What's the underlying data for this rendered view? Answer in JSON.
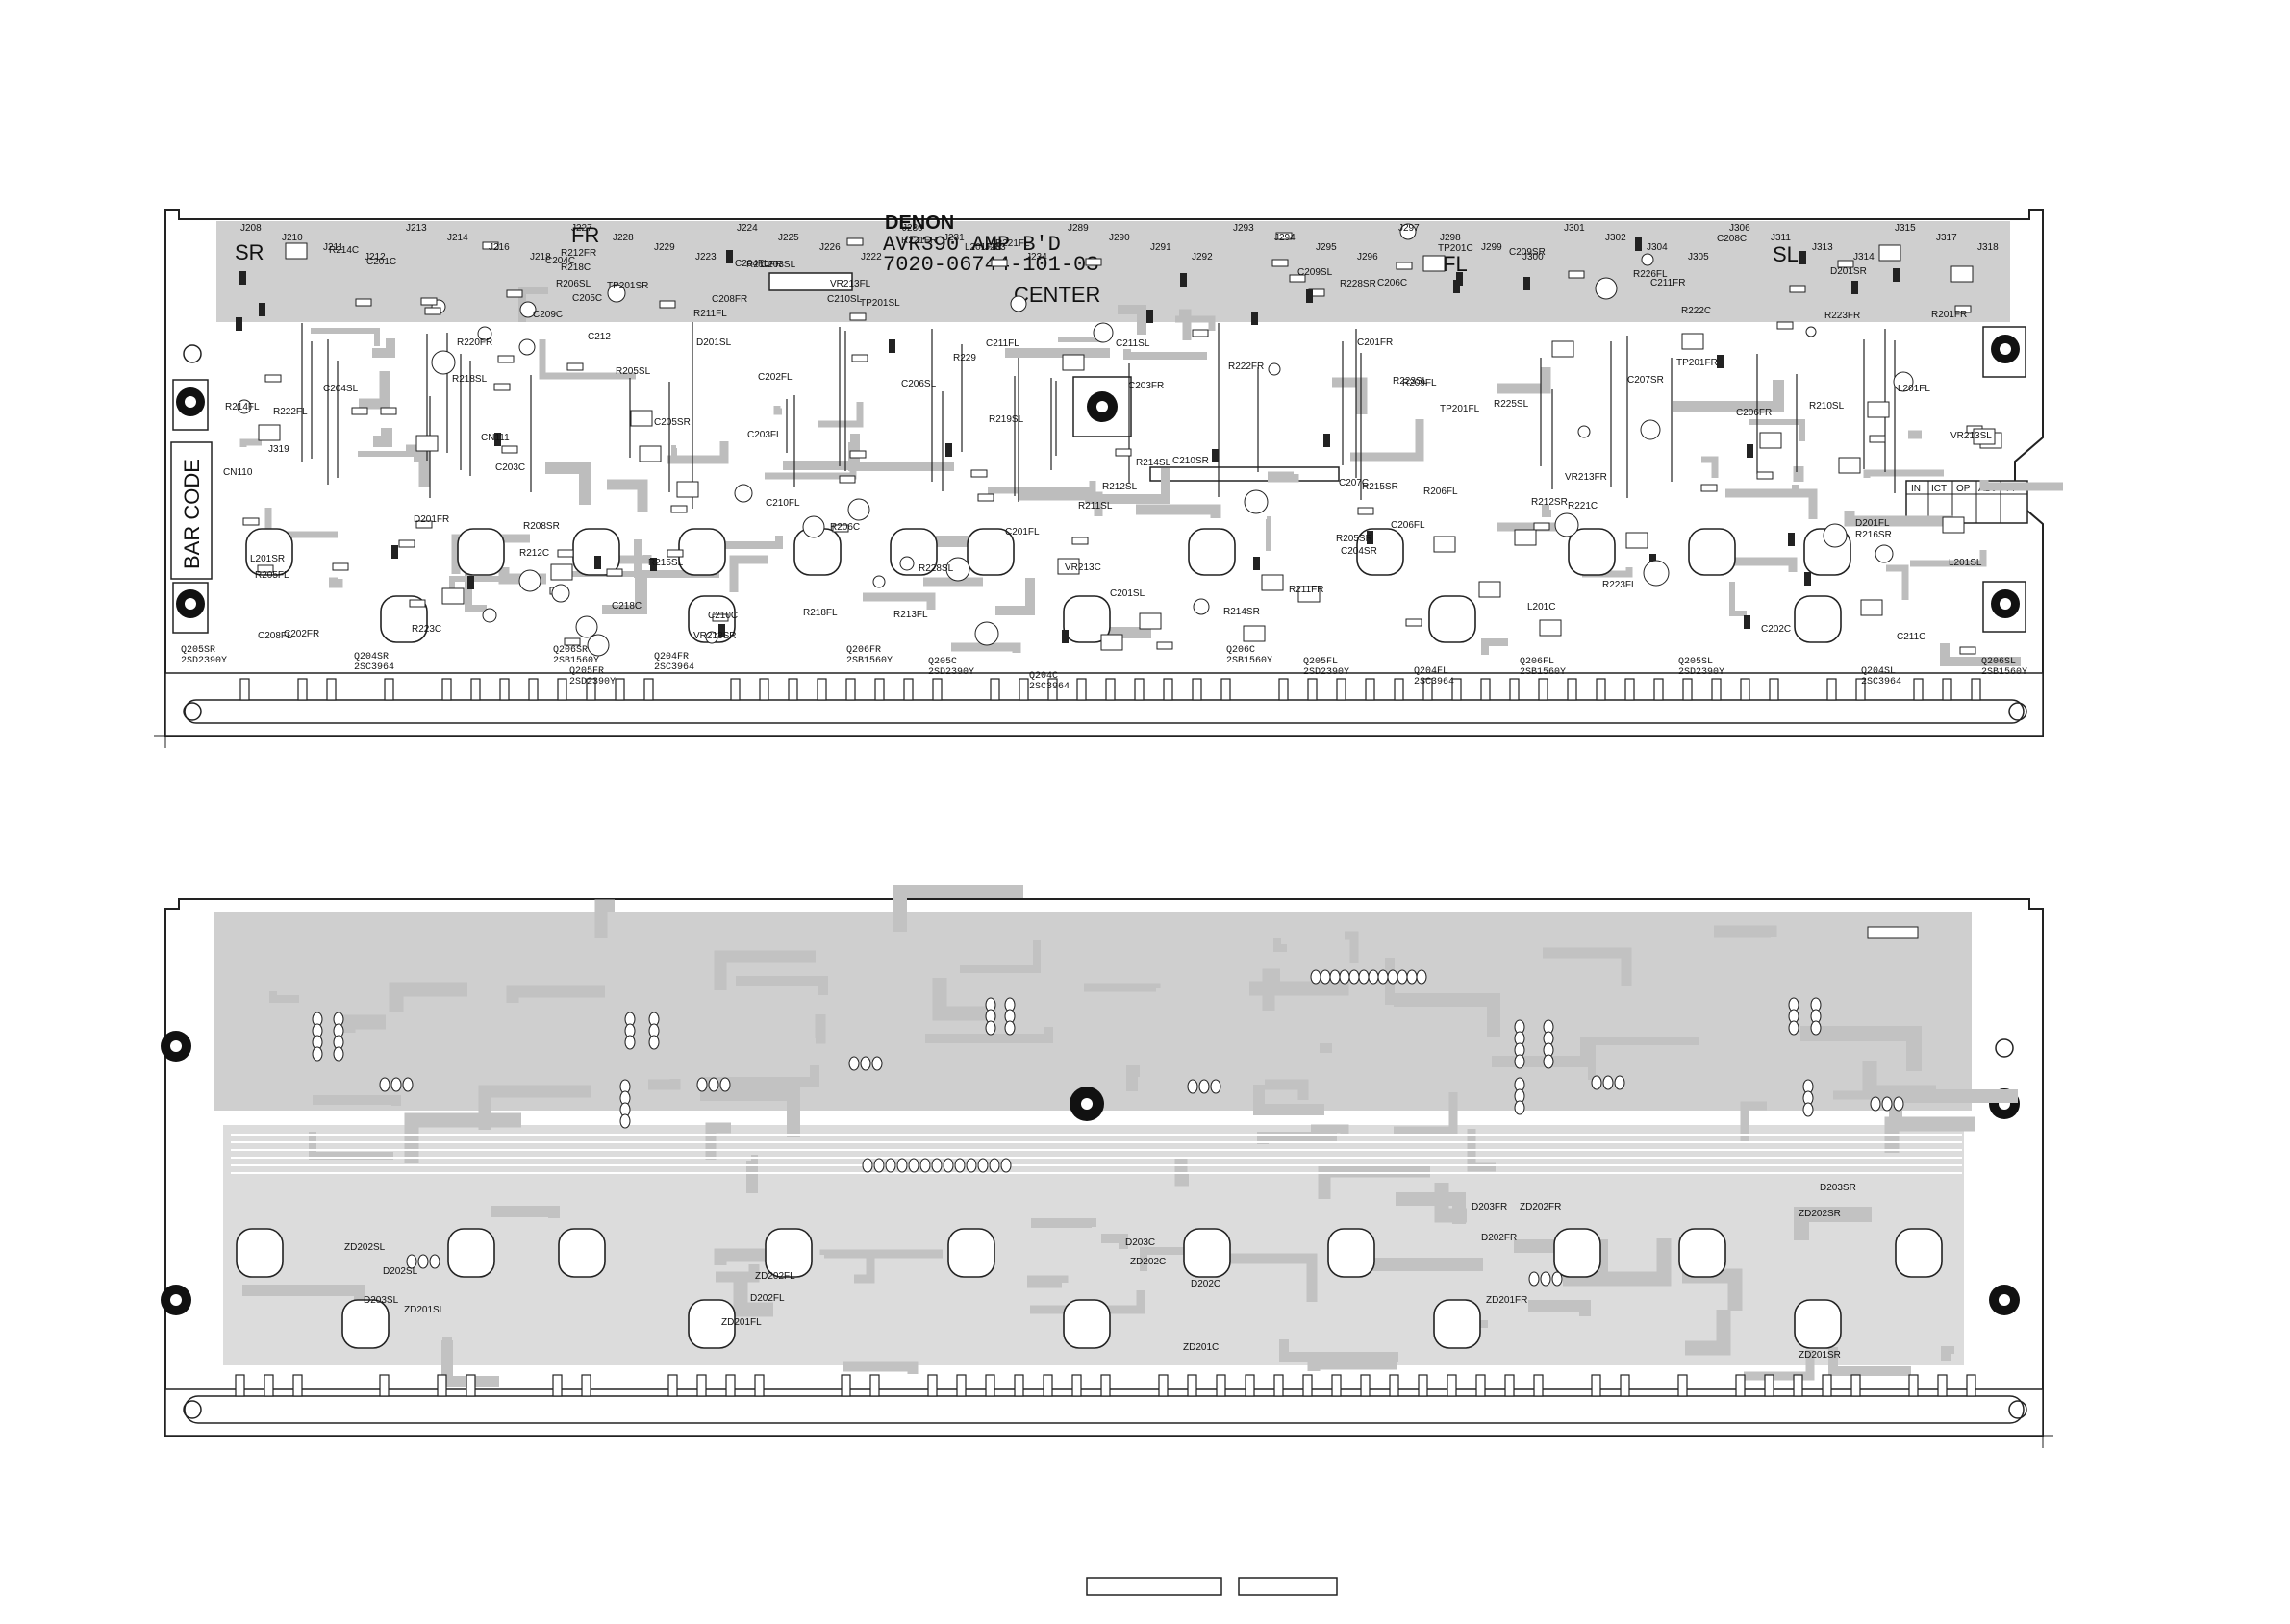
{
  "top_board": {
    "brand": "DENON",
    "model": "AVR390 AMP B'D",
    "part_number": "7020-06744-101-0S",
    "channels": [
      "SR",
      "FR",
      "CENTER",
      "FL",
      "SL"
    ],
    "bar_code_label": "BAR CODE",
    "check_table": [
      "IN",
      "ICT",
      "OP",
      "ADJ",
      "FI"
    ],
    "transistor_labels": [
      {
        "ref": "Q205SR",
        "type": "2SD2390Y"
      },
      {
        "ref": "Q204SR",
        "type": "2SC3964"
      },
      {
        "ref": "Q206SR",
        "type": "2SB1560Y"
      },
      {
        "ref": "Q205FR",
        "type": "2SD2390Y"
      },
      {
        "ref": "Q204FR",
        "type": "2SC3964"
      },
      {
        "ref": "Q206FR",
        "type": "2SB1560Y"
      },
      {
        "ref": "Q205C",
        "type": "2SD2390Y"
      },
      {
        "ref": "Q204C",
        "type": "2SC3964"
      },
      {
        "ref": "Q206C",
        "type": "2SB1560Y"
      },
      {
        "ref": "Q205FL",
        "type": "2SD2390Y"
      },
      {
        "ref": "Q204FL",
        "type": "2SC3964"
      },
      {
        "ref": "Q206FL",
        "type": "2SB1560Y"
      },
      {
        "ref": "Q205SL",
        "type": "2SD2390Y"
      },
      {
        "ref": "Q204SL",
        "type": "2SC3964"
      },
      {
        "ref": "Q206SL",
        "type": "2SB1560Y"
      }
    ],
    "jumpers": [
      "J208",
      "J210",
      "J211",
      "J212",
      "J213",
      "J214",
      "J216",
      "J218",
      "J227",
      "J228",
      "J229",
      "J223",
      "J224",
      "J225",
      "J226",
      "J222",
      "J230",
      "J231",
      "J233",
      "J234",
      "J289",
      "J290",
      "J291",
      "J292",
      "J293",
      "J294",
      "J295",
      "J296",
      "J297",
      "J298",
      "J299",
      "J300",
      "J301",
      "J302",
      "J304",
      "J305",
      "J306",
      "J311",
      "J313",
      "J314",
      "J315",
      "J317",
      "J318",
      "J319"
    ],
    "component_refs": [
      "C205SR",
      "C204SR",
      "D201SR",
      "C207SR",
      "R205SR",
      "R208SR",
      "L201SR",
      "C209SR",
      "R228SR",
      "TP201SR",
      "VR213SR",
      "R215SR",
      "R212SR",
      "R214SR",
      "C210SR",
      "R216SR",
      "R201FR",
      "C201FR",
      "D201FR",
      "C211FR",
      "R210FR",
      "R211FR",
      "L201FR",
      "TP201FR",
      "VR213FR",
      "R220FR",
      "R222FR",
      "R223FR",
      "C208FR",
      "C206FR",
      "R221FR",
      "R212FR",
      "C202FR",
      "C203FR",
      "C212",
      "R229",
      "C207C",
      "C206C",
      "R206C",
      "C201C",
      "C202C",
      "C203C",
      "C204C",
      "C205C",
      "C209C",
      "C210C",
      "C211C",
      "L201C",
      "TP201C",
      "VR213C",
      "R218C",
      "R221C",
      "R223C",
      "C208C",
      "R222C",
      "R212C",
      "R214C",
      "C218C",
      "CN110",
      "CN111",
      "R211FL",
      "D201FL",
      "C201FL",
      "C202FL",
      "C203FL",
      "C204FL",
      "C206FL",
      "C211FL",
      "R205FL",
      "R206FL",
      "R209FL",
      "L201FL",
      "TP201FL",
      "VR213FL",
      "R221FL",
      "R222FL",
      "R223FL",
      "R226FL",
      "C208FL",
      "R218FL",
      "R213FL",
      "R214FL",
      "C210FL",
      "C201SL",
      "C203SL",
      "C204SL",
      "C211SL",
      "D201SL",
      "R210SL",
      "R225SL",
      "R205SL",
      "R206SL",
      "R211SL",
      "R212SL",
      "R215SL",
      "R218SL",
      "R219SL",
      "R228SL",
      "L201SL",
      "TP201SL",
      "VR213SL",
      "C206SL",
      "C209SL",
      "C210SL",
      "R223SL",
      "R214SL"
    ]
  },
  "bottom_board": {
    "diode_labels": [
      "ZD202SL",
      "D202SL",
      "D203SL",
      "ZD201SL",
      "ZD202FL",
      "ZD201FL",
      "D202FL",
      "D203C",
      "ZD202C",
      "ZD201C",
      "D202C",
      "D203FR",
      "ZD202FR",
      "D202FR",
      "ZD201FR",
      "D203SR",
      "ZD202SR",
      "ZD201SR"
    ]
  },
  "footer": {
    "box_left": "",
    "box_right": ""
  }
}
